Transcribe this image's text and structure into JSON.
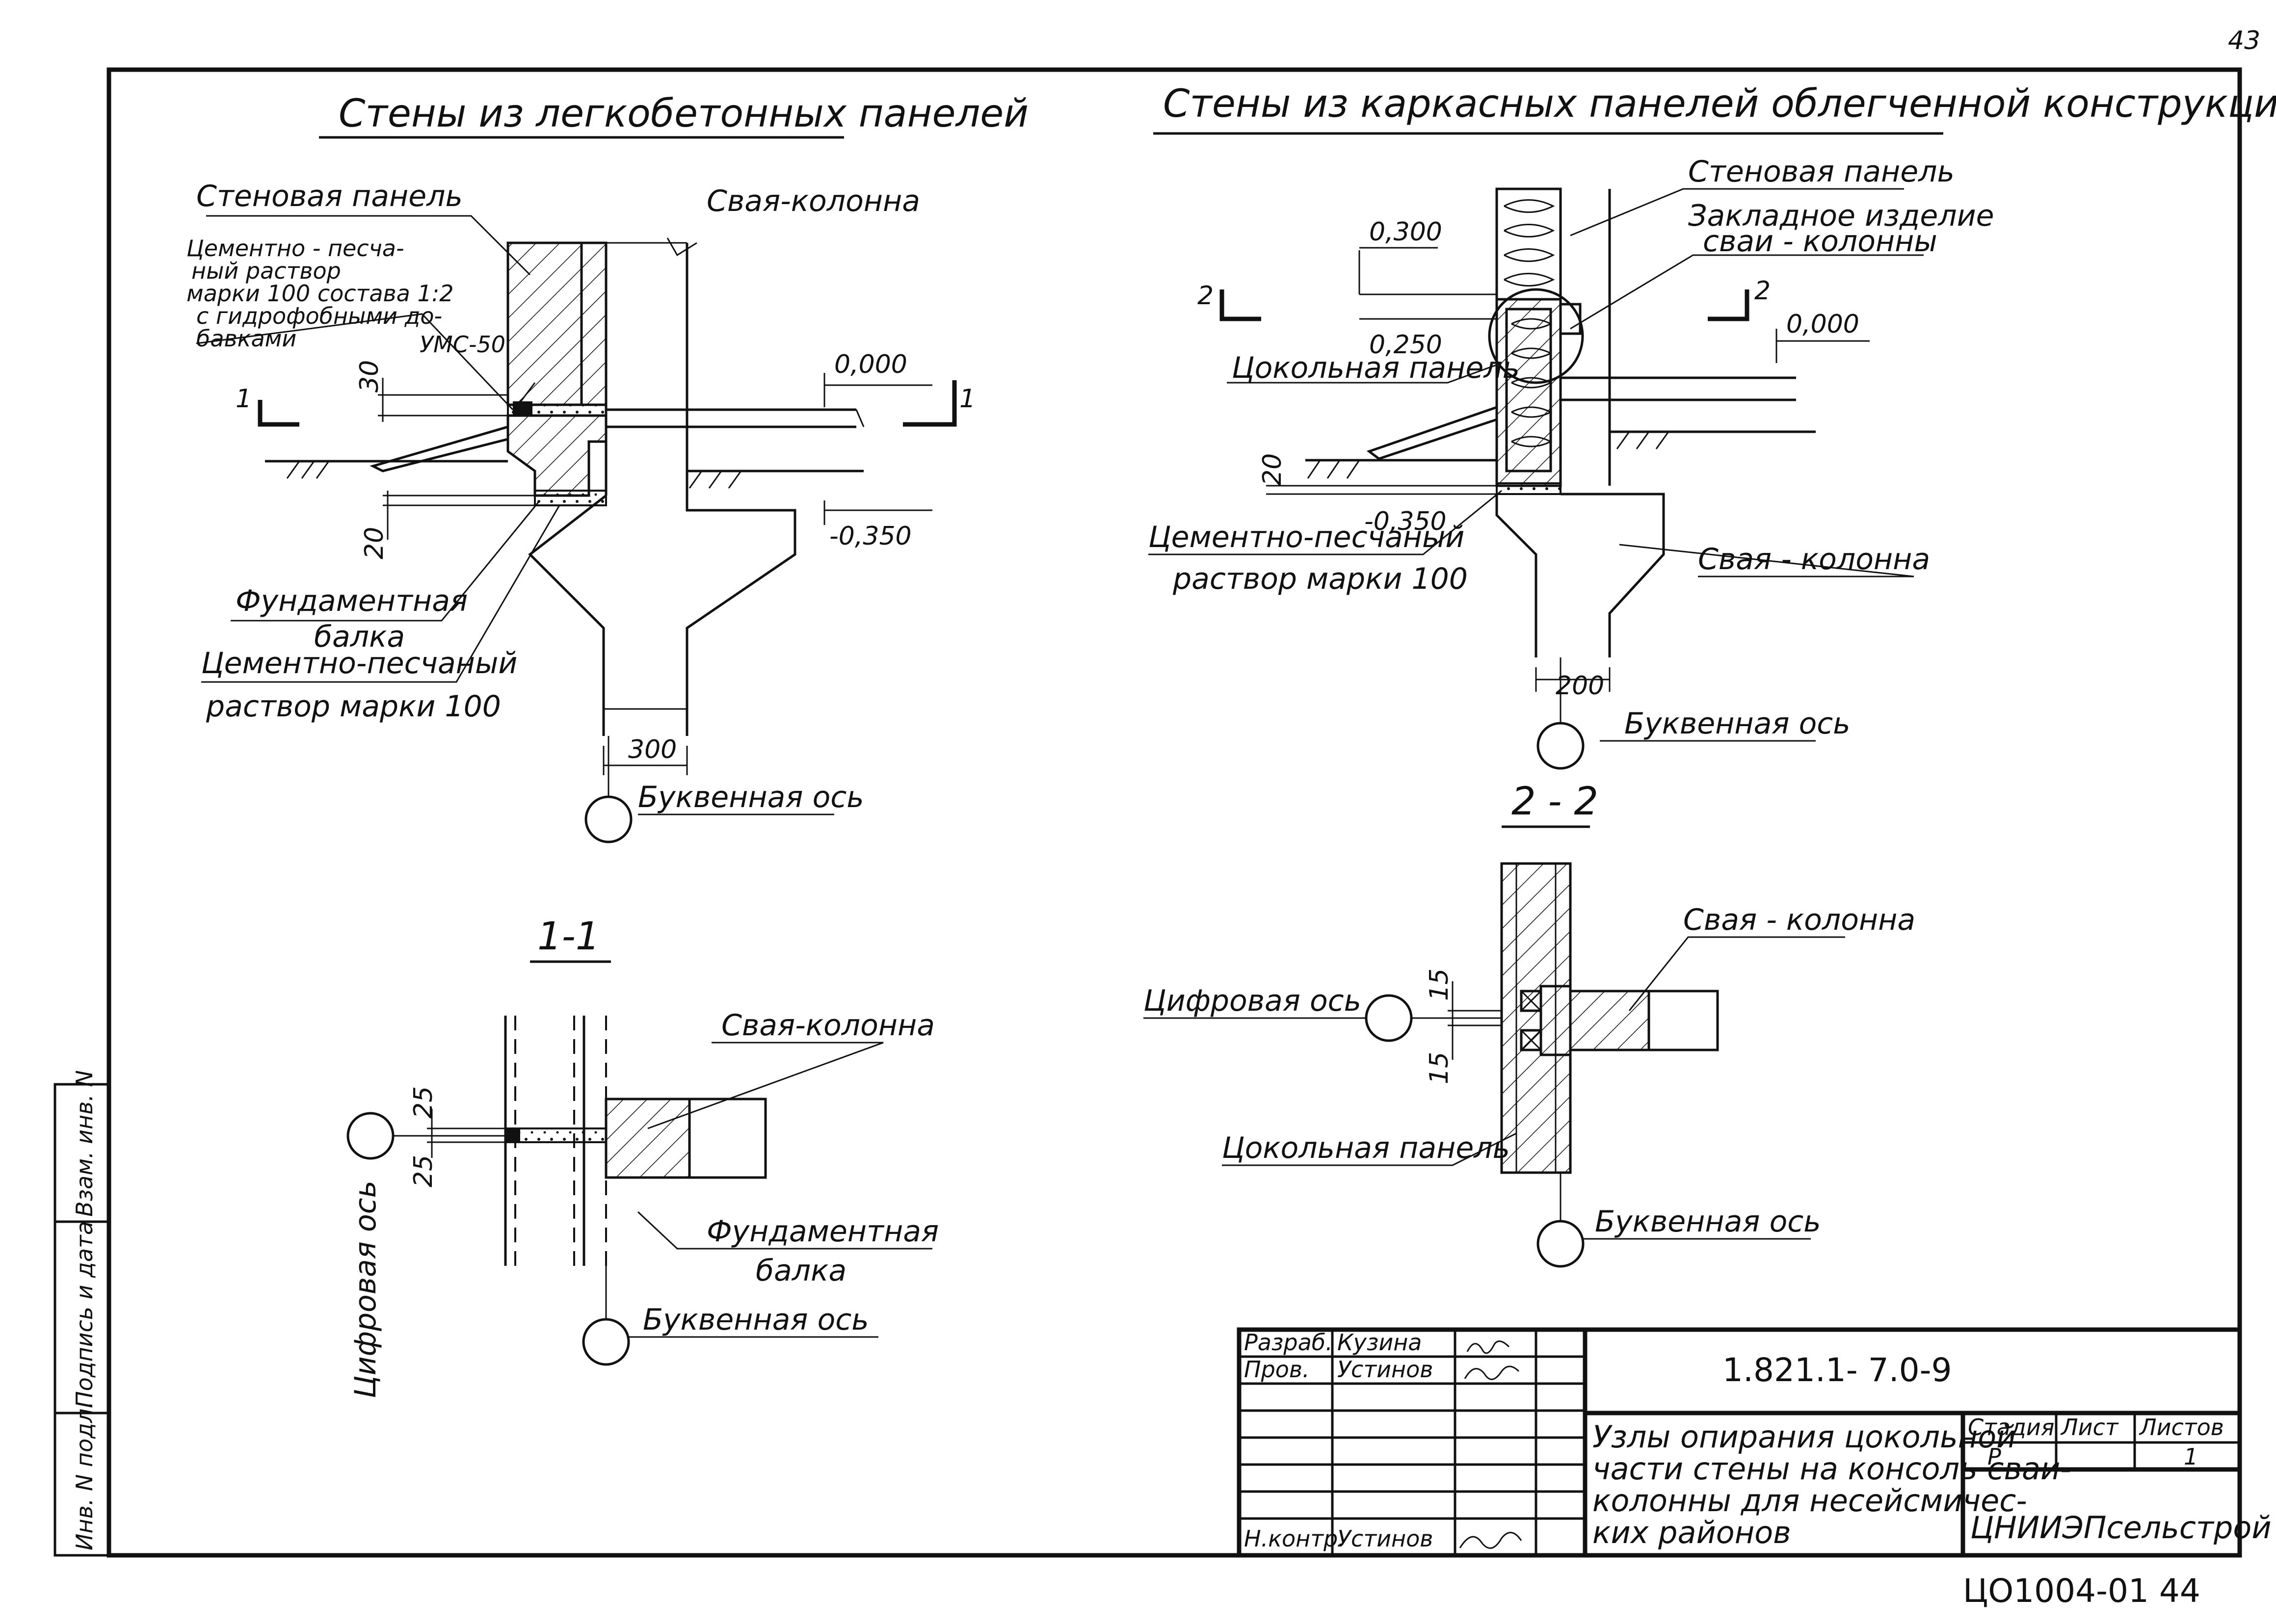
{
  "sheet": {
    "page_number": "43",
    "stamp_code": "ЦО1004-01  44"
  },
  "left_detail": {
    "title": "Стены из легкобетонных панелей",
    "labels": {
      "wall_panel": "Стеновая панель",
      "mortar_1": "Цементно - песча-",
      "mortar_2": "ный раствор",
      "mortar_3": "марки 100 состава 1:2",
      "mortar_4": "с гидрофобными до-",
      "mortar_5": "бавками",
      "umc": "УМС-50",
      "pile": "Свая-колонна",
      "found_beam_1": "Фундаментная",
      "found_beam_2": "балка",
      "mortar100_1": "Цементно-песчаный",
      "mortar100_2": "раствор марки 100",
      "letter_axis": "Буквенная ось"
    },
    "dims": {
      "d30": "30",
      "d20": "20",
      "d300": "300",
      "lvl_0": "0,000",
      "lvl_m350": "-0,350",
      "cut_mark": "1"
    }
  },
  "right_detail": {
    "title": "Стены из каркасных панелей облегченной конструкции",
    "labels": {
      "wall_panel": "Стеновая панель",
      "embed_1": "Закладное изделие",
      "embed_2": "сваи - колонны",
      "plinth_panel": "Цокольная панель",
      "mortar_1": "Цементно-песчаный",
      "mortar_2": "раствор марки 100",
      "pile": "Свая - колонна",
      "letter_axis": "Буквенная ось"
    },
    "dims": {
      "lvl_300": "0,300",
      "lvl_250": "0,250",
      "lvl_0": "0,000",
      "lvl_m350": "-0,350",
      "d20": "20",
      "d200": "200",
      "cut_mark": "2"
    }
  },
  "section_1_1": {
    "title": "1-1",
    "labels": {
      "pile": "Свая-колонна",
      "found_beam_1": "Фундаментная",
      "found_beam_2": "балка",
      "letter_axis": "Буквенная ось",
      "digit_axis": "Цифровая ось"
    },
    "dims": {
      "d25a": "25",
      "d25b": "25"
    }
  },
  "section_2_2": {
    "title": "2 - 2",
    "labels": {
      "pile": "Свая - колонна",
      "digit_axis": "Цифровая ось",
      "plinth_panel": "Цокольная панель",
      "letter_axis": "Буквенная ось"
    },
    "dims": {
      "d15a": "15",
      "d15b": "15"
    }
  },
  "side_stamp": {
    "inv_orig": "Инв. N подл.",
    "sign_date": "Подпись и дата",
    "inv_repl": "Взам. инв. N"
  },
  "title_block": {
    "roles": [
      "Разраб.",
      "Пров.",
      "",
      "",
      "",
      "Н.контр."
    ],
    "names": [
      "Кузина",
      "Устинов",
      "",
      "",
      "",
      "Устинов"
    ],
    "doc_code": "1.821.1- 7.0-9",
    "desc_1": "Узлы опирания цокольной",
    "desc_2": "части стены на консоль сваи-",
    "desc_3": "колонны для несейсмичес-",
    "desc_4": "ких районов",
    "stage_h": "Стадия",
    "sheet_h": "Лист",
    "sheets_h": "Листов",
    "stage_v": "Р",
    "sheet_v": "",
    "sheets_v": "1",
    "org": "ЦНИИЭПсельстрой"
  }
}
